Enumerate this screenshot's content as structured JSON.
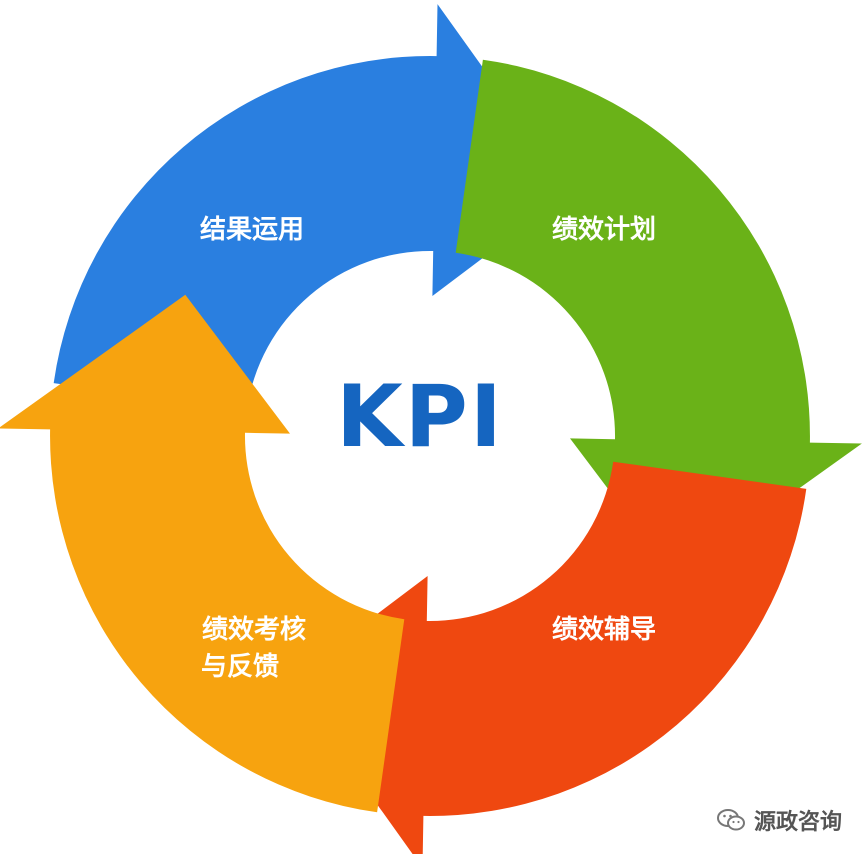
{
  "center": {
    "title": "KPI"
  },
  "segments": [
    {
      "label": "结果运用",
      "color": "#2a7fe0"
    },
    {
      "label": "绩效计划",
      "color": "#6ab218"
    },
    {
      "label": "绩效辅导",
      "color": "#ef4810"
    },
    {
      "label": "绩效考核",
      "label2": "与反馈",
      "color": "#f7a30f"
    }
  ],
  "watermark": {
    "text": "源政咨询",
    "icon": "wechat-icon"
  }
}
